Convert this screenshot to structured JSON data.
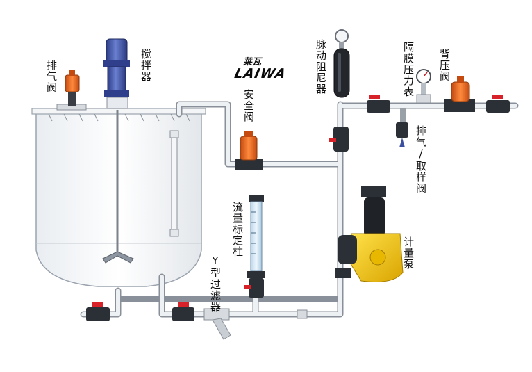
{
  "labels": {
    "vent_valve": "排气阀",
    "agitator": "搅拌器",
    "safety_valve": "安全阀",
    "pulsation_damper": "脉动阻尼器",
    "diaphragm_gauge": "隔膜压力表",
    "back_pressure_valve": "背压阀",
    "vent_sampling_valve": "排气/取样阀",
    "flow_calibration_column": "流量标定柱",
    "y_strainer": "Y型过滤器",
    "metering_pump": "计量泵"
  },
  "logo": {
    "top": "莱瓦",
    "main": "LAIWA"
  },
  "colors": {
    "pipe": "#dfe3e8",
    "pipe_edge": "#8a9099",
    "valve_orange": "#e8641c",
    "valve_body": "#2b2f36",
    "handle_red": "#d8222a",
    "motor_blue": "#3a4fa0",
    "pump_yellow": "#f2c200",
    "tank_edge": "#9aa3ad"
  }
}
